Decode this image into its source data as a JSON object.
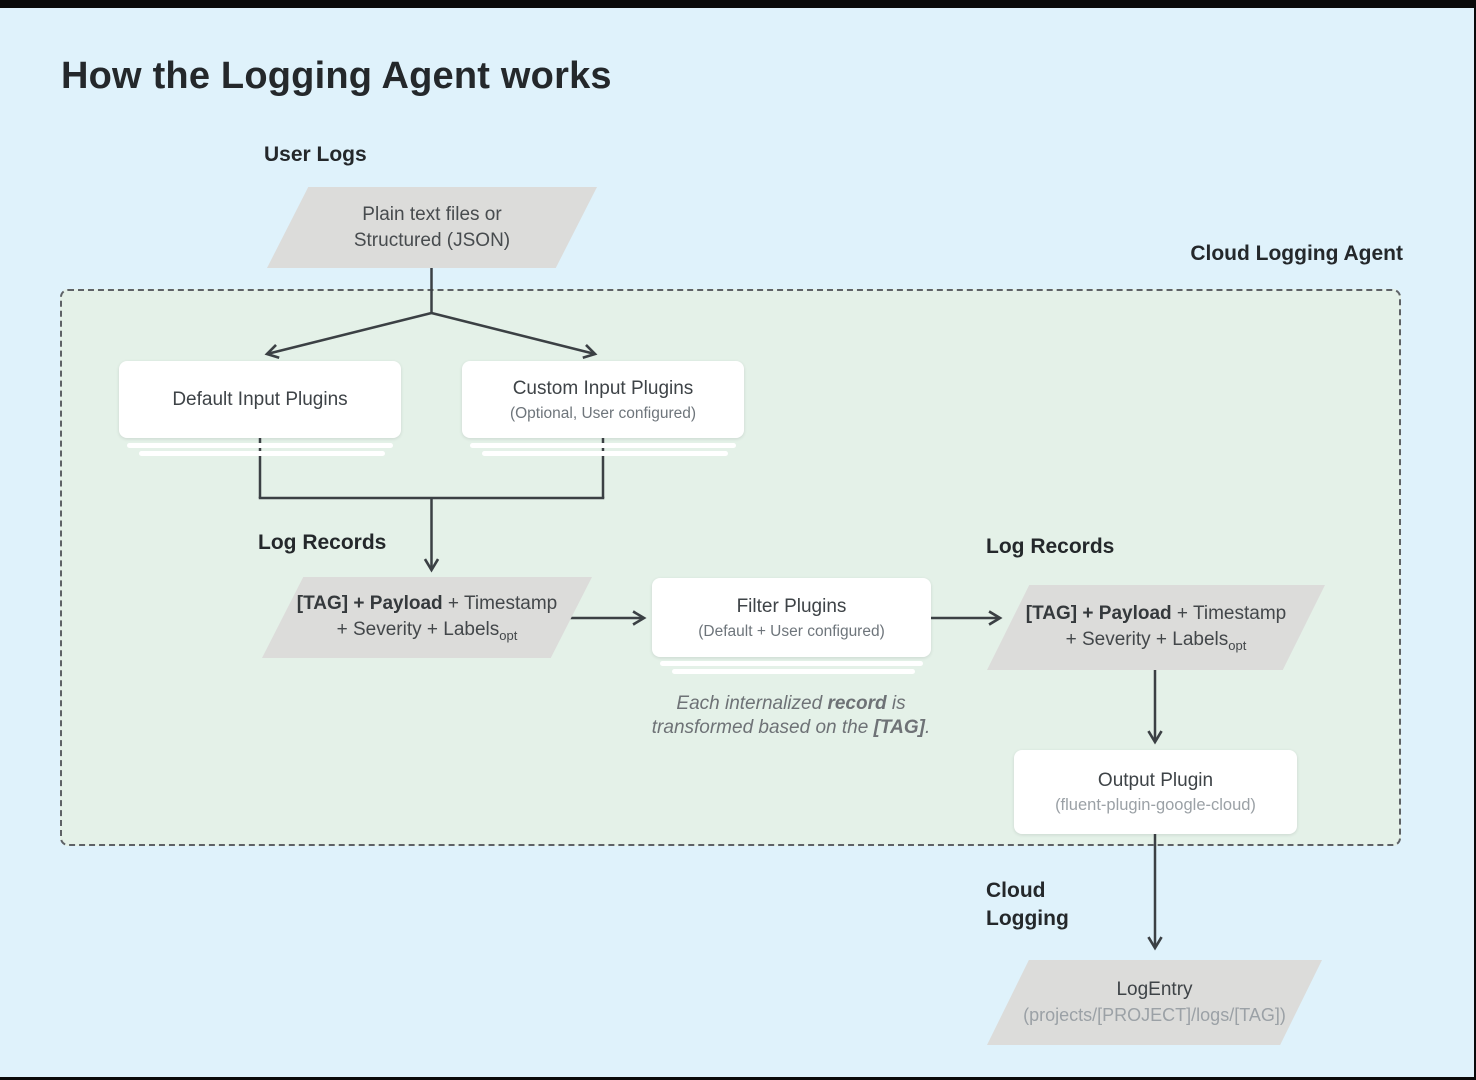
{
  "title": "How the Logging Agent works",
  "labels": {
    "user_logs": "User Logs",
    "agent": "Cloud Logging Agent",
    "log_records_left": "Log Records",
    "log_records_right": "Log Records",
    "cloud_logging_line1": "Cloud",
    "cloud_logging_line2": "Logging"
  },
  "nodes": {
    "user_input": {
      "line1": "Plain text files or",
      "line2": "Structured (JSON)"
    },
    "default_input": {
      "title": "Default Input Plugins"
    },
    "custom_input": {
      "title": "Custom Input Plugins",
      "subtitle": "(Optional, User configured)"
    },
    "log_record_left": {
      "bold": "[TAG] + Payload",
      "rest1": " + Timestamp",
      "rest2": "+ Severity + Labels",
      "sub": "opt"
    },
    "filter": {
      "title": "Filter Plugins",
      "subtitle": "(Default + User configured)"
    },
    "log_record_right": {
      "bold": "[TAG] + Payload",
      "rest1": " + Timestamp",
      "rest2": "+ Severity + Labels",
      "sub": "opt"
    },
    "output": {
      "title": "Output Plugin",
      "subtitle": "(fluent-plugin-google-cloud)"
    },
    "log_entry": {
      "title": "LogEntry",
      "subtitle": "(projects/[PROJECT]/logs/[TAG])"
    }
  },
  "note": {
    "l1a": "Each internalized ",
    "l1b": "record",
    "l1c": " is",
    "l2a": "transformed based on the ",
    "l2b": "[TAG]",
    "l2c": "."
  },
  "colors": {
    "bg_blue": "#dff2fb",
    "agent_bg": "#e4f1e8",
    "agent_border": "#5e6266",
    "shape_gray": "#dcdcda",
    "line": "#3b4044",
    "text_dark": "#24282b"
  }
}
